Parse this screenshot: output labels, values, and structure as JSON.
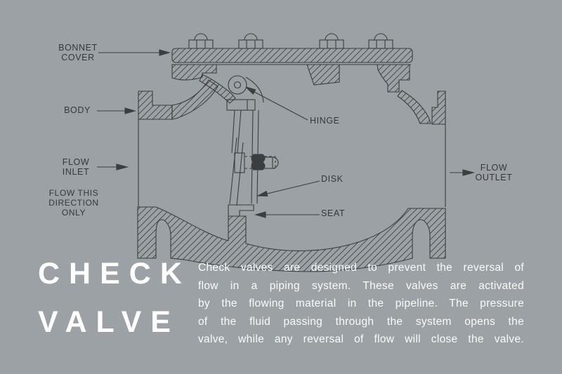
{
  "canvas": {
    "background": "#9ba1a4",
    "ink": "#3a3e41"
  },
  "diagram": {
    "labels": {
      "bonnet_cover": {
        "line1": "BONNET",
        "line2": "COVER"
      },
      "body": "BODY",
      "flow_inlet": {
        "line1": "FLOW",
        "line2": "INLET"
      },
      "flow_note": {
        "line1": "FLOW THIS",
        "line2": "DIRECTION",
        "line3": "ONLY"
      },
      "hinge": "HINGE",
      "disk": "DISK",
      "seat": "SEAT",
      "flow_outlet": {
        "line1": "FLOW",
        "line2": "OUTLET"
      }
    }
  },
  "title": {
    "line1": "CHECK",
    "line2": "VALVE",
    "color": "#ffffff"
  },
  "description": {
    "color": "#fafbfb",
    "lines": [
      "Check valves are designed to prevent the reversal of",
      "flow in a piping system. These valves are activated",
      "by the flowing material in the pipeline. The pressure",
      "of the fluid passing through the system opens the",
      "valve, while any reversal of flow will close the valve."
    ]
  }
}
